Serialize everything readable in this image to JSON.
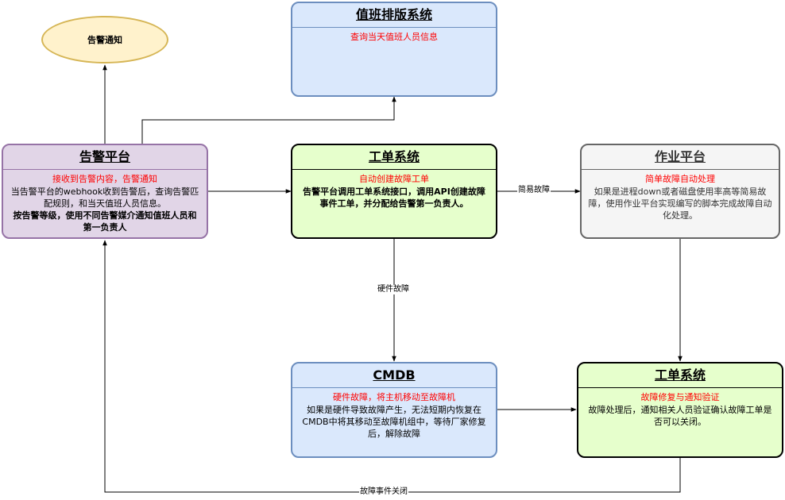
{
  "notify": {
    "label": "告警通知"
  },
  "alarm_platform": {
    "title": "告警平台",
    "lead": "接收到告警内容，告警通知",
    "desc": "当告警平台的webhook收到告警后，查询告警匹配规则，和当天值班人员信息。",
    "bold": "按告警等级，使用不同告警媒介通知值班人员和第一负责人"
  },
  "duty_system": {
    "title": "值班排版系统",
    "lead": "查询当天值班人员信息"
  },
  "ticket_system": {
    "title": "工单系统",
    "lead": "自动创建故障工单",
    "bold": "告警平台调用工单系统接口，调用API创建故障事件工单，并分配给告警第一负责人。"
  },
  "job_platform": {
    "title": "作业平台",
    "lead": "简单故障自动处理",
    "desc": "如果是进程down或者磁盘使用率高等简易故障，使用作业平台实现编写的脚本完成故障自动化处理。"
  },
  "cmdb": {
    "title": "CMDB",
    "lead": "硬件故障，将主机移动至故障机",
    "desc": "如果是硬件导致故障产生，无法短期内恢复在CMDB中将其移动至故障机组中，等待厂家修复后，解除故障"
  },
  "ticket_system_2": {
    "title": "工单系统",
    "lead": "故障修复与通知验证",
    "desc": "故障处理后，通知相关人员验证确认故障工单是否可以关闭。"
  },
  "edges": {
    "simple_fault": "简易故障",
    "hardware_fault": "硬件故障",
    "event_closed": "故障事件关闭"
  },
  "colors": {
    "alarm_fill": "#e1d5e7",
    "alarm_stroke": "#9673a6",
    "blue_fill": "#dae8fc",
    "blue_stroke": "#6c8ebf",
    "green_fill": "#e6ffcc",
    "gray_fill": "#f5f5f5",
    "ellipse_fill": "#fff2cc",
    "ellipse_stroke": "#d6b656",
    "highlight_text": "#ff0000"
  }
}
